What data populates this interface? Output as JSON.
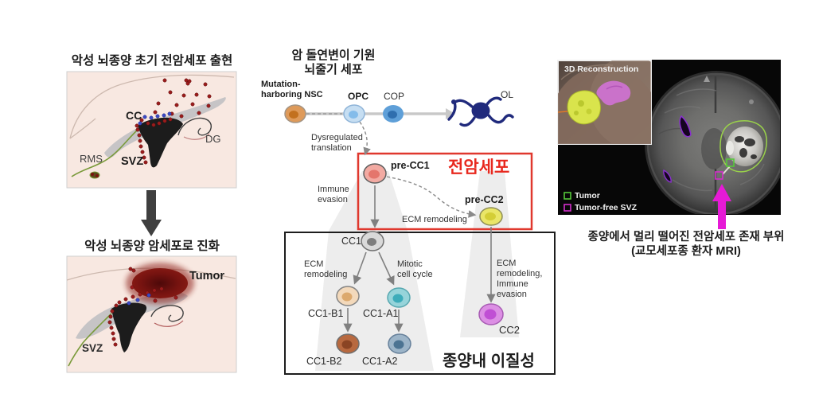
{
  "figure": {
    "left": {
      "panel1_title": "악성 뇌종양 초기 전암세포 출현",
      "panel1": {
        "cc": "CC",
        "dg": "DG",
        "rms": "RMS",
        "svz": "SVZ"
      },
      "panel2_title": "악성 뇌종양 암세포로 진화",
      "panel2": {
        "tumor": "Tumor",
        "svz": "SVZ"
      }
    },
    "middle": {
      "title1": "암 돌연변이 기원",
      "title2": "뇌줄기 세포",
      "nsc1": "Mutation-",
      "nsc2": "harboring NSC",
      "opc": "OPC",
      "cop": "COP",
      "ol": "OL",
      "dysreg1": "Dysregulated",
      "dysreg2": "translation",
      "pre_cc1": "pre-CC1",
      "premalignant": "전암세포",
      "immune1": "Immune",
      "immune2": "evasion",
      "pre_cc2": "pre-CC2",
      "ecm": "ECM remodeling",
      "cc1": "CC1",
      "ecm_l1": "ECM",
      "ecm_l2": "remodeling",
      "mitotic1": "Mitotic",
      "mitotic2": "cell cycle",
      "cc1_b1": "CC1-B1",
      "cc1_a1": "CC1-A1",
      "cc1_b2": "CC1-B2",
      "cc1_a2": "CC1-A2",
      "ecm_r1": "ECM",
      "ecm_r2": "remodeling,",
      "ecm_r3": "Immune",
      "ecm_r4": "evasion",
      "cc2": "CC2",
      "heterogeneity": "종양내 이질성"
    },
    "right": {
      "inset_title": "3D Reconstruction",
      "legend_tumor": "Tumor",
      "legend_svz": "Tumor-free SVZ",
      "caption1": "종양에서 멀리 떨어진 전암세포 존재 부위",
      "caption2": "(교모세포종 환자 MRI)"
    },
    "colors": {
      "red_box": "#e0382e",
      "red_text": "#e8281e",
      "magenta_arrow": "#e61ad6",
      "legend_green": "#55c83a",
      "legend_magenta": "#d42ecb",
      "panel_pink": "#f8e8e1"
    }
  }
}
